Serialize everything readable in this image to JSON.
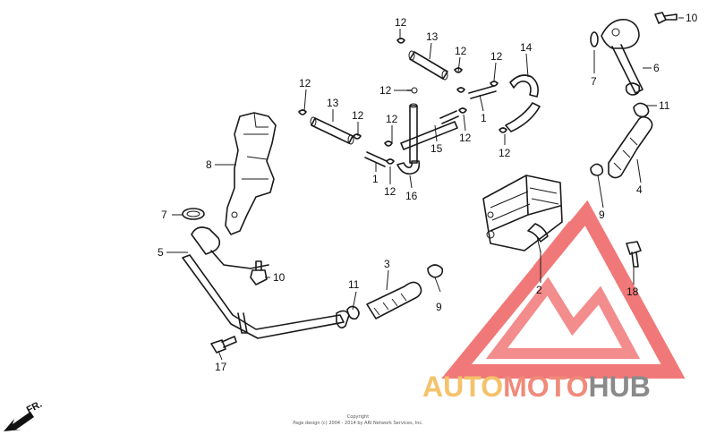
{
  "callouts": [
    {
      "id": "c12a",
      "text": "12"
    },
    {
      "id": "c13a",
      "text": "13"
    },
    {
      "id": "c12b",
      "text": "12"
    },
    {
      "id": "c14",
      "text": "14"
    },
    {
      "id": "c12c",
      "text": "12"
    },
    {
      "id": "c7a",
      "text": "7"
    },
    {
      "id": "c10a",
      "text": "10"
    },
    {
      "id": "c6",
      "text": "6"
    },
    {
      "id": "c12d",
      "text": "12"
    },
    {
      "id": "c12e",
      "text": "12"
    },
    {
      "id": "c13b",
      "text": "13"
    },
    {
      "id": "c12f",
      "text": "12"
    },
    {
      "id": "c1a",
      "text": "1"
    },
    {
      "id": "c12g",
      "text": "12"
    },
    {
      "id": "c12h",
      "text": "12"
    },
    {
      "id": "c15",
      "text": "15"
    },
    {
      "id": "c12i",
      "text": "12"
    },
    {
      "id": "c11a",
      "text": "11"
    },
    {
      "id": "c1b",
      "text": "1"
    },
    {
      "id": "c12j",
      "text": "12"
    },
    {
      "id": "c16",
      "text": "16"
    },
    {
      "id": "c8",
      "text": "8"
    },
    {
      "id": "c4",
      "text": "4"
    },
    {
      "id": "c9a",
      "text": "9"
    },
    {
      "id": "c7b",
      "text": "7"
    },
    {
      "id": "c5",
      "text": "5"
    },
    {
      "id": "c10b",
      "text": "10"
    },
    {
      "id": "c3",
      "text": "3"
    },
    {
      "id": "c11b",
      "text": "11"
    },
    {
      "id": "c9b",
      "text": "9"
    },
    {
      "id": "c2",
      "text": "2"
    },
    {
      "id": "c18",
      "text": "18"
    },
    {
      "id": "c17",
      "text": "17"
    }
  ],
  "direction_label": "FR.",
  "copyright": {
    "line1": "Copyright",
    "line2": "Page design (c) 2004 - 2014 by ARI Network Services, Inc."
  },
  "watermark": {
    "word1": "AUTO",
    "word2": "MOTO",
    "word3": "HUB",
    "color_auto": "#f5c26b",
    "color_moto": "#f08a7a",
    "color_hub": "#8a8a8a",
    "color_triangle": "#f06a6a"
  }
}
